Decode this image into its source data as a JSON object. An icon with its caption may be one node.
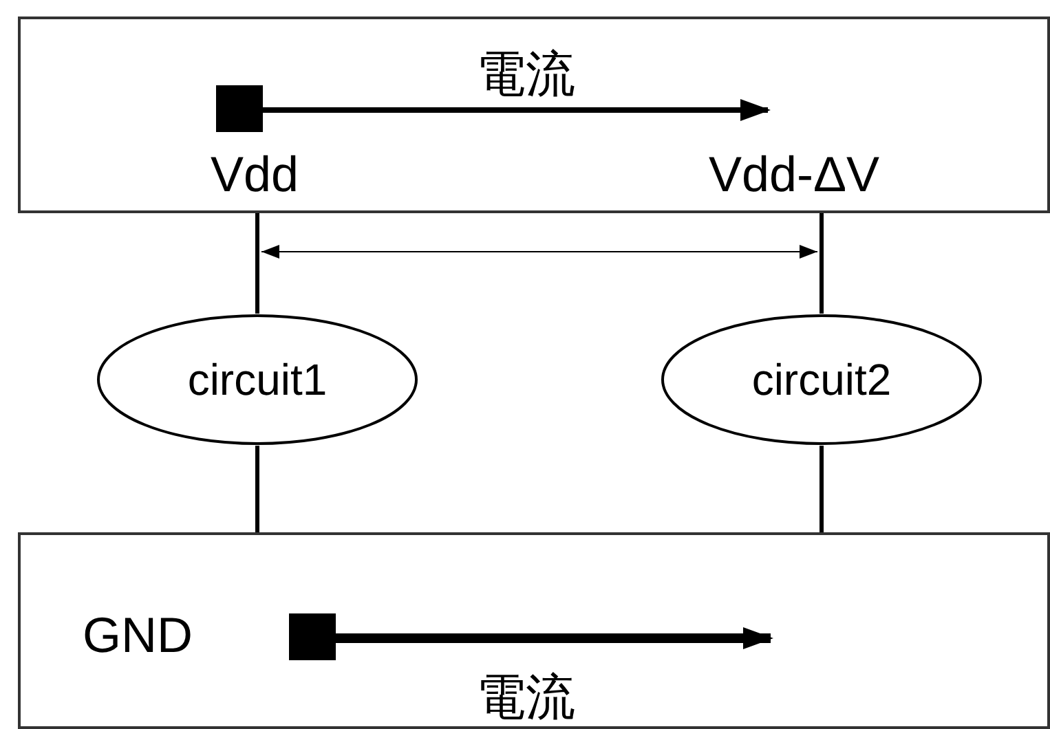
{
  "diagram": {
    "nodes": [
      {
        "text": [
          "電流",
          "Vdd",
          "Vdd-ΔV"
        ]
      },
      {
        "text": [
          "circuit1"
        ]
      },
      {
        "text": [
          "circuit2"
        ]
      },
      {
        "text": [
          "GND",
          "電流"
        ]
      }
    ],
    "edges": [
      {
        "from": 0,
        "to": 1,
        "arrow": "none"
      },
      {
        "from": 1,
        "to": 3,
        "arrow": "none"
      },
      {
        "from": 0,
        "to": 2,
        "arrow": "none"
      },
      {
        "from": 2,
        "to": 3,
        "arrow": "none"
      }
    ]
  }
}
